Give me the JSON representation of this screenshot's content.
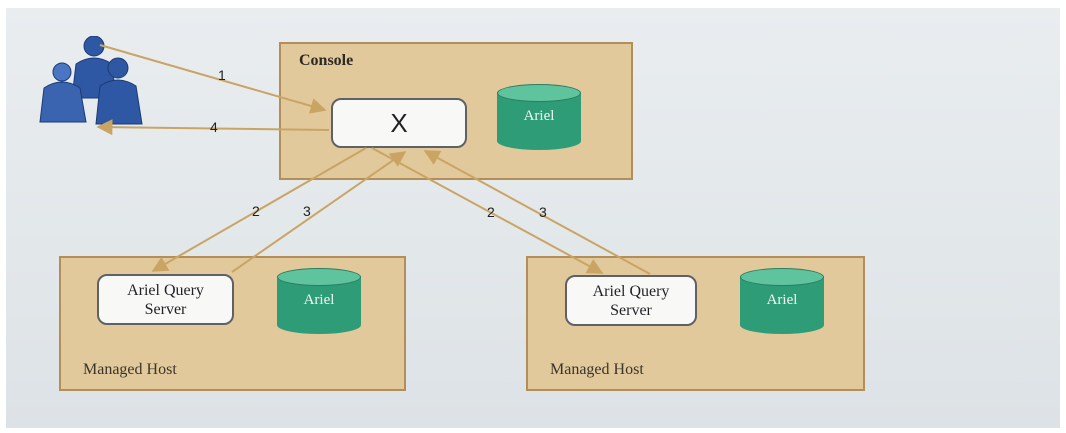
{
  "console": {
    "title": "Console",
    "controller": "X",
    "db": "Ariel"
  },
  "hosts": [
    {
      "title": "Managed Host",
      "server_line1": "Ariel Query",
      "server_line2": "Server",
      "db": "Ariel"
    },
    {
      "title": "Managed Host",
      "server_line1": "Ariel Query",
      "server_line2": "Server",
      "db": "Ariel"
    }
  ],
  "steps": [
    "1",
    "4",
    "2",
    "3",
    "2",
    "3"
  ],
  "colors": {
    "arrow": "#c9a463",
    "box": "#e2c99c",
    "db": "#2f9c78",
    "users": "#2e57a4"
  },
  "icons": [
    "users-icon",
    "database-icon"
  ]
}
